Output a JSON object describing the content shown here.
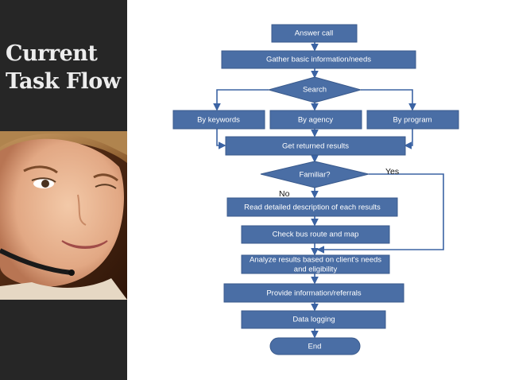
{
  "slide": {
    "title_line1": "Current",
    "title_line2": "Task Flow"
  },
  "colors": {
    "sidebar": "#262626",
    "box_fill": "#4a6ea5",
    "box_border": "#3a5a8c",
    "connector": "#3b63a3",
    "text_on_box": "#ffffff"
  },
  "flowchart": {
    "nodes": {
      "answer_call": "Answer call",
      "gather_info": "Gather basic information/needs",
      "search": "Search",
      "by_keywords": "By keywords",
      "by_agency": "By agency",
      "by_program": "By program",
      "get_results": "Get returned results",
      "familiar": "Familiar?",
      "read_description": "Read detailed description of each results",
      "check_bus": "Check bus route and map",
      "analyze_line1": "Analyze results based on client's needs",
      "analyze_line2": "and eligibility",
      "provide_info": "Provide information/referrals",
      "data_logging": "Data logging",
      "end": "End"
    },
    "labels": {
      "yes": "Yes",
      "no": "No"
    }
  }
}
